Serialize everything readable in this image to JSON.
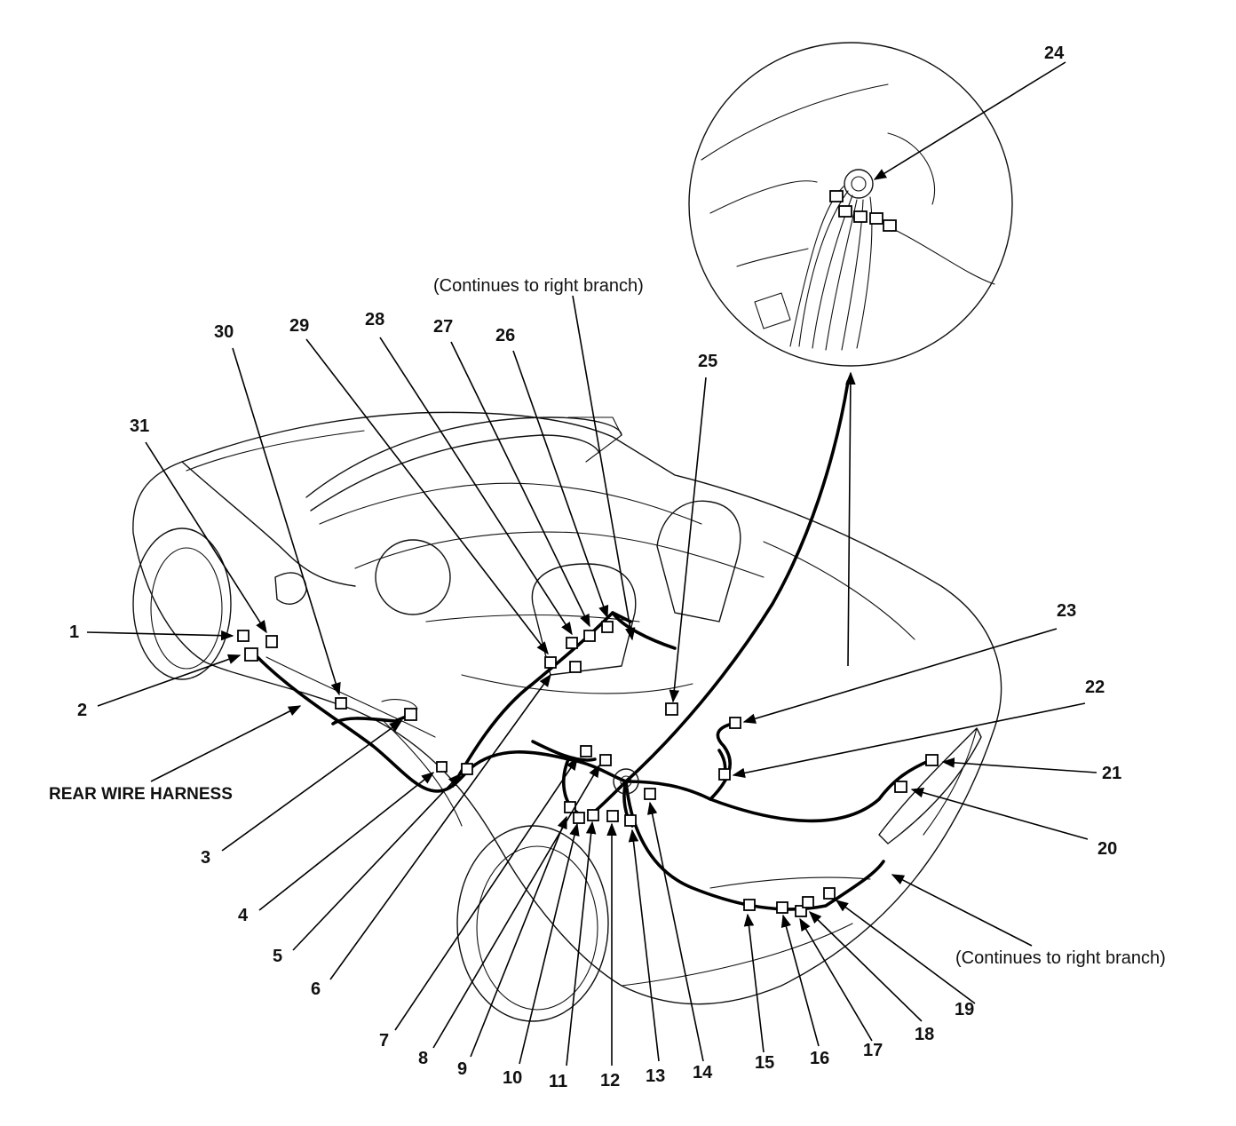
{
  "diagram": {
    "harness_label": "REAR WIRE HARNESS",
    "notes": {
      "top": "(Continues to right branch)",
      "bottom": "(Continues to right branch)"
    },
    "callouts": [
      "1",
      "2",
      "3",
      "4",
      "5",
      "6",
      "7",
      "8",
      "9",
      "10",
      "11",
      "12",
      "13",
      "14",
      "15",
      "16",
      "17",
      "18",
      "19",
      "20",
      "21",
      "22",
      "23",
      "24",
      "25",
      "26",
      "27",
      "28",
      "29",
      "30",
      "31"
    ]
  }
}
